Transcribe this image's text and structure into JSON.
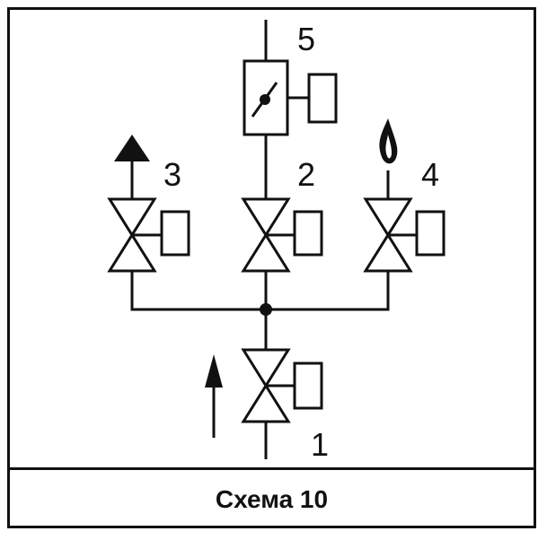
{
  "caption": "Схема 10",
  "labels": {
    "valve_inlet": "1",
    "valve_center": "2",
    "valve_left": "3",
    "valve_right": "4",
    "regulator": "5"
  },
  "colors": {
    "line": "#111111",
    "background": "#ffffff"
  },
  "icons": {
    "flow_out": "arrow-up-filled-icon",
    "flow_in": "arrow-up-icon",
    "flame": "flame-icon"
  }
}
